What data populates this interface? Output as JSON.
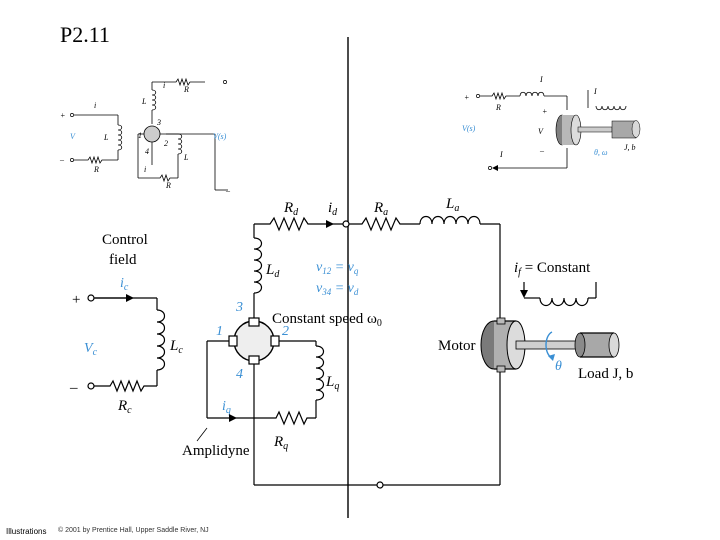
{
  "slide": {
    "title": "P2.11",
    "footer_left": "Illustrations",
    "footer_copy": "© 2001 by Prentice Hall, Upper Saddle River, NJ"
  },
  "diagram": {
    "control_field": "Control field",
    "control_field_line1": "Control",
    "control_field_line2": "field",
    "i_c": "i",
    "i_c_sub": "c",
    "plus": "+",
    "minus": "–",
    "V_c": "V",
    "V_c_sub": "c",
    "L_c": "L",
    "L_c_sub": "c",
    "R_c": "R",
    "R_c_sub": "c",
    "R_d": "R",
    "R_d_sub": "d",
    "L_d": "L",
    "L_d_sub": "d",
    "i_d": "i",
    "i_d_sub": "d",
    "R_a": "R",
    "R_a_sub": "a",
    "L_a": "L",
    "L_a_sub": "a",
    "v12": "v",
    "v12_sub": "12",
    "eq": " = ",
    "vq": "v",
    "vq_sub": "q",
    "v34": "v",
    "v34_sub": "34",
    "vd": "v",
    "vd_sub": "d",
    "constant_speed": "Constant speed ω",
    "omega_sub": "0",
    "node1": "1",
    "node2": "2",
    "node3": "3",
    "node4": "4",
    "L_q": "L",
    "L_q_sub": "q",
    "R_q": "R",
    "R_q_sub": "q",
    "i_q": "i",
    "i_q_sub": "q",
    "amplidyne": "Amplidyne",
    "i_f": "i",
    "i_f_sub": "f",
    "constant": " = Constant",
    "motor": "Motor",
    "theta": "θ",
    "load": "Load J, b"
  },
  "inset_left": {
    "i_c": "i",
    "V_c": "V",
    "L_c": "L",
    "R_c": "R",
    "L_d": "L",
    "R_d": "R",
    "i_d": "i",
    "L_q": "L",
    "R_q": "R",
    "i_q": "i",
    "n1": "1",
    "n2": "2",
    "n3": "3",
    "n4": "4",
    "V_o": "V",
    "V_o_arg": "(s)",
    "plus": "+",
    "minus": "–",
    "open": "o"
  },
  "inset_right": {
    "plus": "+",
    "minus": "–",
    "R_a": "R",
    "I_a": "I",
    "I_f": "I",
    "V_b": "V",
    "V_o": "V",
    "V_o_arg": "(s)",
    "I_o": "I",
    "theta_omega": "θ, ω",
    "Jb": "J, b"
  },
  "colors": {
    "blue": "#3a8fd4",
    "wire": "#000000"
  }
}
